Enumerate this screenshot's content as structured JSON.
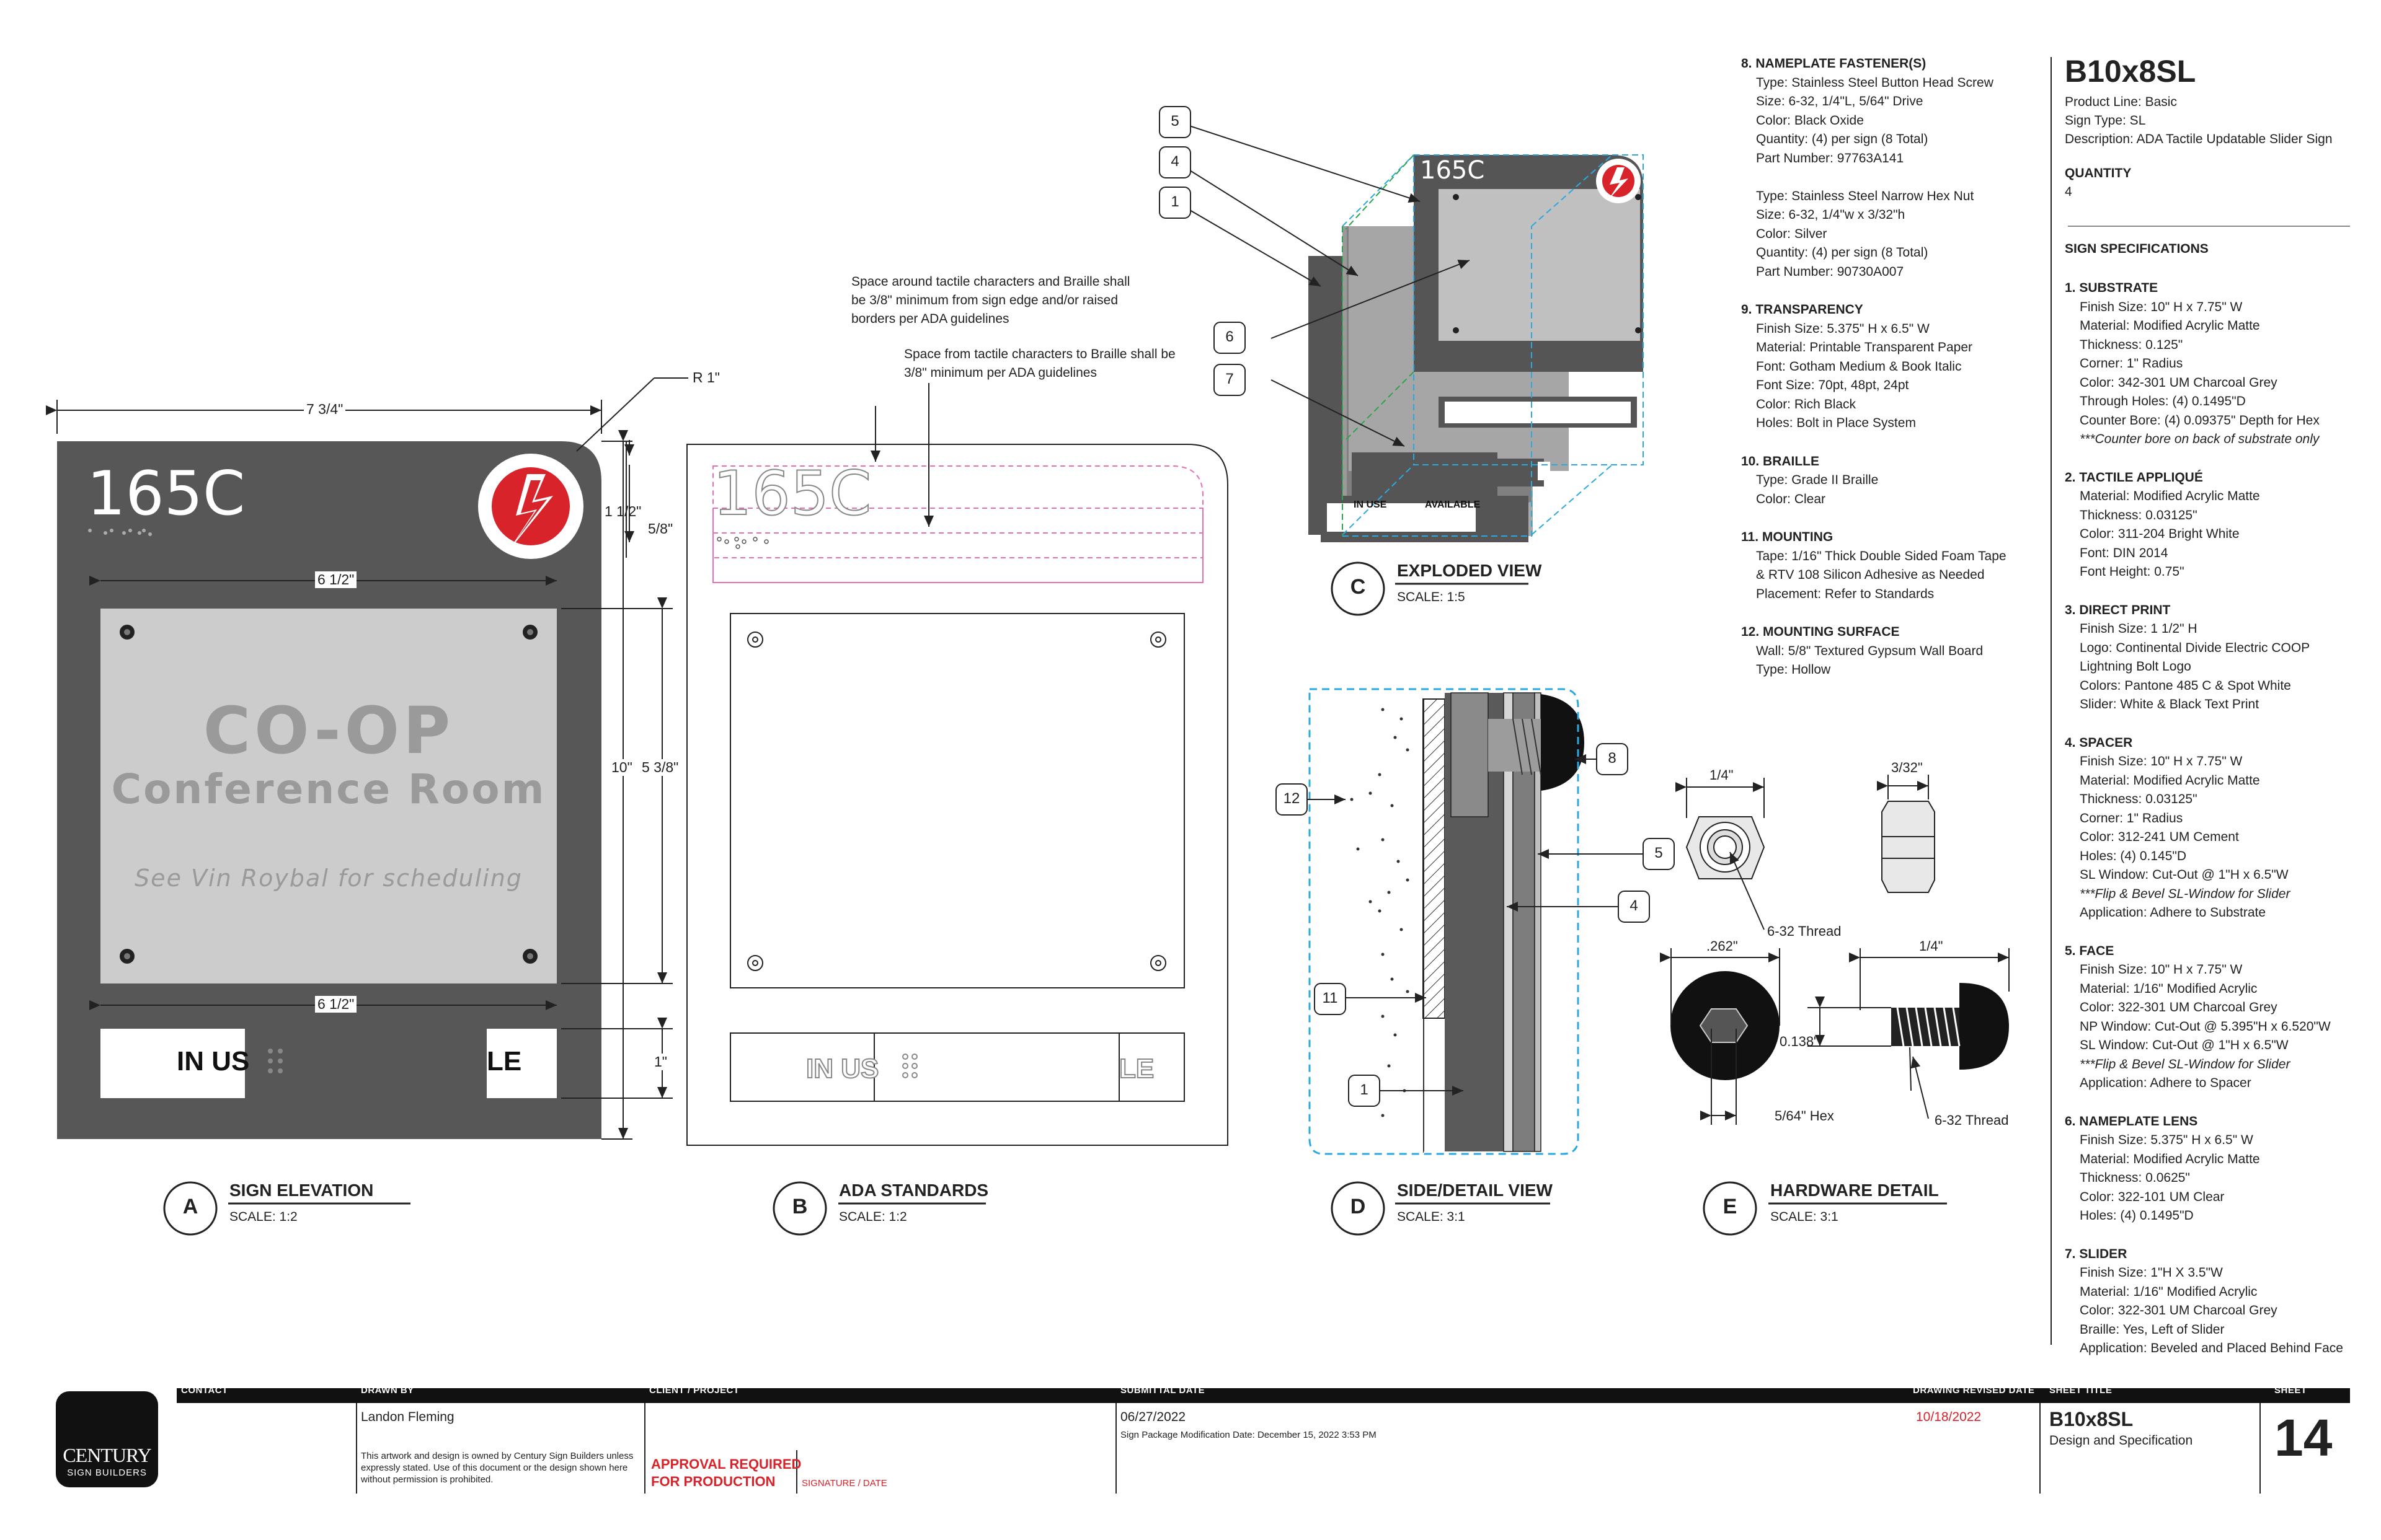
{
  "sheet": {
    "product_code": "B10x8SL",
    "product_line": "Product Line: Basic",
    "sign_type": "Sign Type: SL",
    "description": "Description: ADA Tactile Updatable Slider Sign",
    "quantity_label": "QUANTITY",
    "quantity_value": "4",
    "specs_heading": "SIGN SPECIFICATIONS"
  },
  "specs_right": [
    {
      "title": "1. SUBSTRATE",
      "lines": [
        "Finish Size: 10\" H x 7.75\" W",
        "Material: Modified Acrylic Matte",
        "Thickness: 0.125\"",
        "Corner: 1\" Radius",
        "Color: 342-301 UM Charcoal Grey",
        "Through Holes: (4) 0.1495\"D",
        "Counter Bore: (4) 0.09375\" Depth for Hex"
      ],
      "note": "***Counter bore on back of substrate only"
    },
    {
      "title": "2. TACTILE APPLIQUÉ",
      "lines": [
        "Material: Modified Acrylic Matte",
        "Thickness: 0.03125\"",
        "Color: 311-204 Bright White",
        "Font: DIN 2014",
        "Font Height: 0.75\""
      ]
    },
    {
      "title": "3. DIRECT PRINT",
      "lines": [
        "Finish Size: 1 1/2\" H",
        "Logo: Continental Divide Electric COOP",
        "Lightning Bolt Logo",
        "Colors: Pantone 485 C & Spot White",
        "Slider: White & Black Text Print"
      ]
    },
    {
      "title": "4. SPACER",
      "lines": [
        "Finish Size: 10\" H x 7.75\" W",
        "Material: Modified Acrylic Matte",
        "Thickness: 0.03125\"",
        "Corner: 1\" Radius",
        "Color: 312-241 UM Cement",
        "Holes: (4) 0.145\"D",
        "SL Window: Cut-Out @ 1\"H x 6.5\"W"
      ],
      "note": "***Flip & Bevel SL-Window for Slider",
      "after_note": "Application: Adhere to Substrate"
    },
    {
      "title": "5. FACE",
      "lines": [
        "Finish Size: 10\" H x 7.75\" W",
        "Material: 1/16\" Modified Acrylic",
        "Color: 322-301 UM Charcoal Grey",
        "NP Window: Cut-Out @ 5.395\"H x 6.520\"W",
        "SL Window: Cut-Out @ 1\"H x 6.5\"W"
      ],
      "note": "***Flip & Bevel SL-Window for Slider",
      "after_note": "Application: Adhere to Spacer"
    },
    {
      "title": "6. NAMEPLATE LENS",
      "lines": [
        "Finish Size: 5.375\" H x 6.5\" W",
        "Material: Modified Acrylic Matte",
        "Thickness: 0.0625\"",
        "Color: 322-101 UM Clear",
        "Holes: (4) 0.1495\"D"
      ]
    },
    {
      "title": "7. SLIDER",
      "lines": [
        "Finish Size: 1\"H X 3.5\"W",
        "Material: 1/16\" Modified Acrylic",
        "Color: 322-301 UM Charcoal Grey",
        "Braille: Yes, Left of Slider",
        "Application: Beveled and Placed Behind Face"
      ]
    }
  ],
  "specs_mid": [
    {
      "title": "8. NAMEPLATE FASTENER(S)",
      "lines": [
        "Type: Stainless Steel Button Head Screw",
        "Size: 6-32, 1/4\"L, 5/64\" Drive",
        "Color: Black Oxide",
        "Quantity: (4) per sign (8 Total)",
        "Part Number: 97763A141",
        "",
        "Type: Stainless Steel Narrow Hex Nut",
        "Size: 6-32, 1/4\"w x 3/32\"h",
        "Color: Silver",
        "Quantity: (4) per sign (8 Total)",
        "Part Number: 90730A007"
      ]
    },
    {
      "title": "9. TRANSPARENCY",
      "lines": [
        "Finish Size: 5.375\" H x 6.5\" W",
        "Material: Printable Transparent Paper",
        "Font: Gotham Medium & Book Italic",
        "Font Size: 70pt, 48pt, 24pt",
        "Color: Rich Black",
        "Holes: Bolt in Place System"
      ]
    },
    {
      "title": "10. BRAILLE",
      "lines": [
        "Type: Grade II Braille",
        "Color: Clear"
      ]
    },
    {
      "title": "11. MOUNTING",
      "lines": [
        "Tape: 1/16\" Thick Double Sided Foam Tape",
        "& RTV 108 Silicon Adhesive as Needed",
        "Placement: Refer to Standards"
      ]
    },
    {
      "title": "12. MOUNTING SURFACE",
      "lines": [
        "Wall: 5/8\" Textured Gypsum Wall Board",
        "Type: Hollow"
      ]
    }
  ],
  "sign": {
    "room_number": "165C",
    "line1": "CO-OP",
    "line2": "Conference Room",
    "line3": "See Vin Roybal for scheduling",
    "slider_left": "IN US",
    "slider_right": "LE",
    "in_use": "IN USE",
    "available": "AVAILABLE"
  },
  "dims": {
    "width": "7 3/4\"",
    "radius": "R 1\"",
    "top": "1 1/2\"",
    "top2": "5/8\"",
    "window_w": "6 1/2\"",
    "window_w2": "6 1/2\"",
    "height": "10\"",
    "window_h": "5 3/8\"",
    "slider_h": "1\""
  },
  "notes": {
    "ada1": "Space around tactile characters and Braille shall be 3/8\" minimum from sign edge and/or raised borders per ADA guidelines",
    "ada2": "Space from tactile characters to Braille shall be 3/8\" minimum per ADA guidelines"
  },
  "views": [
    {
      "letter": "A",
      "title": "SIGN ELEVATION",
      "scale": "SCALE: 1:2"
    },
    {
      "letter": "B",
      "title": "ADA STANDARDS",
      "scale": "SCALE: 1:2"
    },
    {
      "letter": "C",
      "title": "EXPLODED VIEW",
      "scale": "SCALE: 1:5"
    },
    {
      "letter": "D",
      "title": "SIDE/DETAIL VIEW",
      "scale": "SCALE: 3:1"
    },
    {
      "letter": "E",
      "title": "HARDWARE DETAIL",
      "scale": "SCALE: 3:1"
    }
  ],
  "callouts": [
    "1",
    "4",
    "5",
    "6",
    "7",
    "8",
    "11",
    "12"
  ],
  "hardware": {
    "nut_w": "1/4\"",
    "nut_h": "3/32\"",
    "thread1": "6-32 Thread",
    "screw_dia": ".262\"",
    "screw_len": "1/4\"",
    "screw_h": "0.138\"",
    "hex": "5/64\" Hex",
    "thread2": "6-32 Thread"
  },
  "titleblock": {
    "contact_label": "CONTACT",
    "drawn_label": "DRAWN BY",
    "drawn_by": "Landon Fleming",
    "copyright": "This artwork and design is owned by Century Sign Builders unless expressly stated. Use of this document or the design shown here without permission is prohibited.",
    "client_label": "CLIENT / PROJECT",
    "approval1": "APPROVAL REQUIRED",
    "approval2": "FOR PRODUCTION",
    "signature": "SIGNATURE / DATE",
    "submittal_label": "SUBMITTAL DATE",
    "submittal_date": "06/27/2022",
    "modification": "Sign Package Modification Date: December 15, 2022 3:53 PM",
    "revised_label": "DRAWING REVISED DATE",
    "revised_date": "10/18/2022",
    "sheet_title_label": "SHEET TITLE",
    "sheet_title": "B10x8SL",
    "sheet_subtitle": "Design and Specification",
    "sheet_label": "SHEET",
    "sheet_no": "14",
    "logo_top": "CENTURY",
    "logo_bottom": "SIGN BUILDERS"
  },
  "colors": {
    "charcoal": "#5a5a5a",
    "lens": "#c8c8c8",
    "red": "#d8232a",
    "cyan": "#29a9e0",
    "pink": "#e86fb0"
  }
}
